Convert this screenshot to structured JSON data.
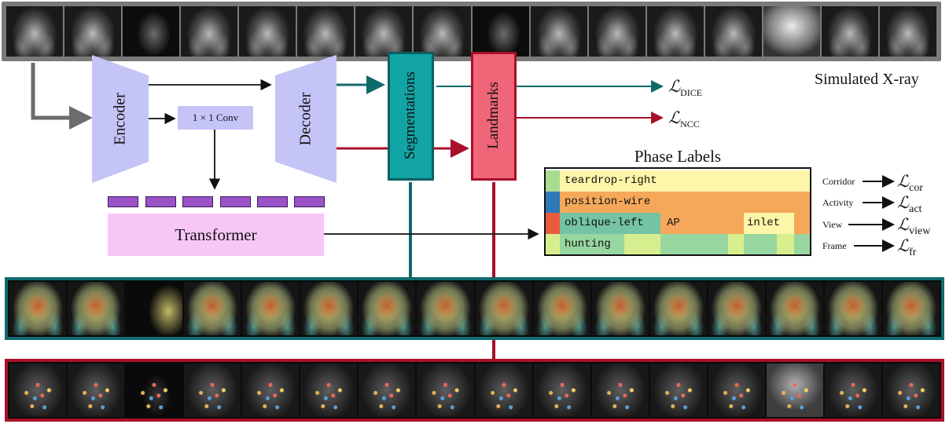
{
  "colors": {
    "encoder_fill": "#c4c4f7",
    "conv_fill": "#c4c4f7",
    "transformer_fill": "#f7c6f7",
    "token_fill": "#9a52c6",
    "seg_fill": "#12a3a5",
    "seg_border": "#0e5f60",
    "lm_fill": "#ee6677",
    "lm_border": "#a8102a",
    "teal_arrow": "#106a6c",
    "red_arrow": "#a8102a",
    "gray_arrow": "#6c6c6c",
    "phase_yellow": "#fdf5a8",
    "phase_orange": "#f5a85a",
    "phase_teal": "#74c3a5",
    "phase_lightgreen": "#d6ee8e",
    "phase_green": "#98d6a0",
    "phase_blue": "#2d7ab8",
    "phase_red": "#e85c3c"
  },
  "diagram": {
    "encoder_label": "Encoder",
    "decoder_label": "Decoder",
    "conv_label": "1 × 1 Conv",
    "transformer_label": "Transformer",
    "segmentations_label": "Segmentations",
    "landmarks_label": "Landmarks",
    "simulated_xray_label": "Simulated X-ray",
    "phase_labels_title": "Phase Labels",
    "loss_dice": {
      "symbol": "ℒ",
      "sub": "DICE"
    },
    "loss_ncc": {
      "symbol": "ℒ",
      "sub": "NCC"
    }
  },
  "phase_table": {
    "rows": [
      {
        "label": "teardrop-right"
      },
      {
        "label": "position-wire"
      },
      {
        "labels": [
          "oblique-left",
          "AP",
          "inlet"
        ]
      },
      {
        "label": "hunting"
      }
    ]
  },
  "phase_losses": [
    {
      "name": "Corridor",
      "symbol": "ℒ",
      "sub": "cor"
    },
    {
      "name": "Activity",
      "symbol": "ℒ",
      "sub": "act"
    },
    {
      "name": "View",
      "symbol": "ℒ",
      "sub": "view"
    },
    {
      "name": "Frame",
      "symbol": "ℒ",
      "sub": "fr"
    }
  ],
  "strips": {
    "xray_frames": [
      "xray",
      "xray",
      "dark",
      "xray",
      "xray",
      "xray",
      "xray",
      "xray",
      "dark",
      "xray",
      "xray",
      "xray",
      "xray",
      "bright",
      "xray",
      "xray"
    ],
    "seg_frames": [
      "seg",
      "seg",
      "dark",
      "seg",
      "seg",
      "seg",
      "seg",
      "seg",
      "seg",
      "seg",
      "seg",
      "seg",
      "seg",
      "seg",
      "seg",
      "seg"
    ],
    "lm_frames": [
      "lm",
      "lm",
      "dark",
      "lm",
      "lm",
      "lm",
      "lm",
      "lm",
      "lm",
      "lm",
      "lm",
      "lm",
      "lm",
      "bright",
      "lm",
      "lm"
    ]
  }
}
